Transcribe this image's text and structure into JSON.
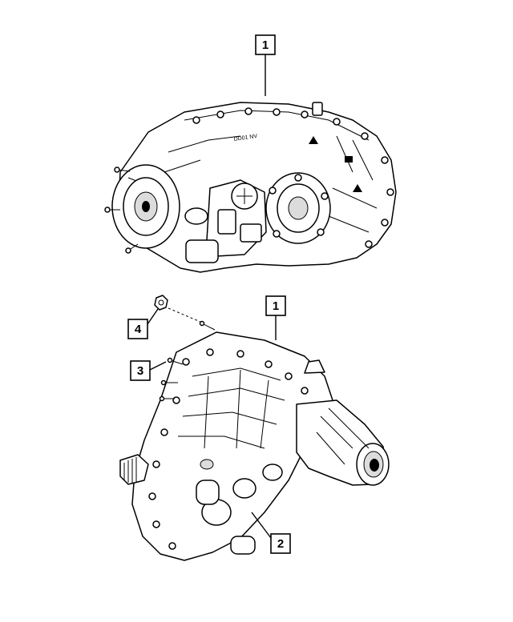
{
  "callouts": {
    "top_assembly": "1",
    "bottom_assembly": "1",
    "vent_hose": "2",
    "stud": "3",
    "nut": "4"
  },
  "colors": {
    "line": "#000000",
    "background": "#ffffff"
  }
}
